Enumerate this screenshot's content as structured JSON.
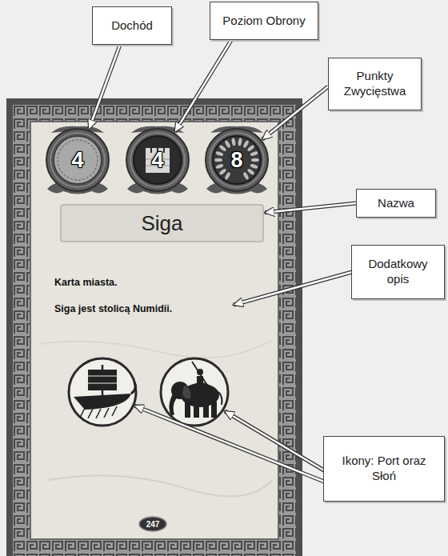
{
  "diagram": {
    "nodes": [
      {
        "text": [
          "Dochód"
        ]
      },
      {
        "text": [
          "Poziom Obrony"
        ]
      },
      {
        "text": [
          "Punkty Zwycięstwa"
        ]
      },
      {
        "text": [
          "Karta miasta.",
          "Siga jest stolicą Numidii."
        ]
      },
      {
        "text": [
          "4"
        ],
        "in": 3
      },
      {
        "text": [
          "4"
        ],
        "in": 3
      },
      {
        "text": [
          "8"
        ],
        "in": 3
      },
      {
        "text": [
          "Nazwa"
        ]
      },
      {
        "text": [
          "Siga"
        ],
        "in": 3
      },
      {
        "text": [
          "Dodatkowy opis"
        ]
      },
      {
        "text": [
          "Ikony: Port oraz Słoń"
        ]
      },
      {
        "text": [
          "247"
        ],
        "in": 3
      }
    ],
    "edges": [
      {
        "from": 0,
        "to": 4,
        "arrow": "to"
      },
      {
        "from": 1,
        "to": 5,
        "arrow": "to"
      },
      {
        "from": 2,
        "to": 6,
        "arrow": "to"
      },
      {
        "from": 7,
        "to": 8,
        "arrow": "to"
      }
    ]
  }
}
